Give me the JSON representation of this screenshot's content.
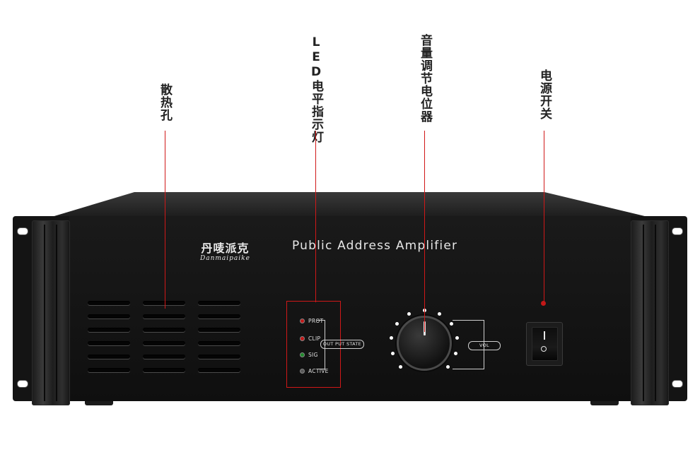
{
  "callouts": {
    "vents": "散热孔",
    "led": "LED电平指示灯",
    "volume": "音量调节电位器",
    "power": "电源开关"
  },
  "panel": {
    "brand_cn": "丹唛派克",
    "brand_en": "Danmaipaike",
    "title": "Public Address Amplifier"
  },
  "leds": [
    {
      "label": "PROT",
      "color": "#c21818"
    },
    {
      "label": "CLIP",
      "color": "#c21818"
    },
    {
      "label": "SIG",
      "color": "#1e8a2a"
    },
    {
      "label": "ACTIVE",
      "color": "#5a5a5a"
    }
  ],
  "output_state_label": "OUT PUT STATE",
  "volume_label": "VOL",
  "switch": {
    "on_icon": "I",
    "off_icon": "O"
  },
  "colors": {
    "accent_line": "#d01818",
    "panel": "#141414",
    "text": "#e6e6e6"
  }
}
